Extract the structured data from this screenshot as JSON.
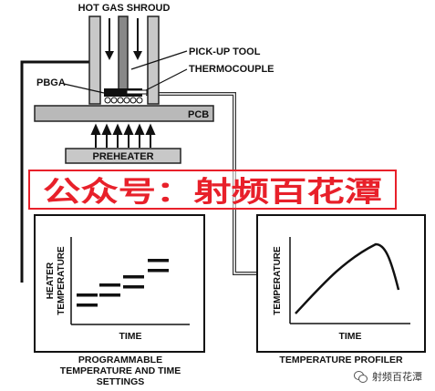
{
  "diagram": {
    "labels": {
      "hot_gas_shroud": "HOT GAS SHROUD",
      "pick_up_tool": "PICK-UP TOOL",
      "thermocouple": "THERMOCOUPLE",
      "pbga": "PBGA",
      "pcb": "PCB",
      "preheater": "PREHEATER"
    },
    "left_panel": {
      "y_axis_label_line1": "HEATER",
      "y_axis_label_line2": "TEMPERATURE",
      "x_axis_label": "TIME",
      "caption_line1": "PROGRAMMABLE",
      "caption_line2": "TEMPERATURE AND TIME",
      "caption_line3": "SETTINGS"
    },
    "right_panel": {
      "y_axis_label": "TEMPERATURE",
      "x_axis_label": "TIME",
      "caption": "TEMPERATURE PROFILER"
    }
  },
  "watermark": {
    "text": "公众号：射频百花潭",
    "color": "#e8202a"
  },
  "footer": {
    "brand": "射频百花潭",
    "icon": "wechat-icon"
  }
}
